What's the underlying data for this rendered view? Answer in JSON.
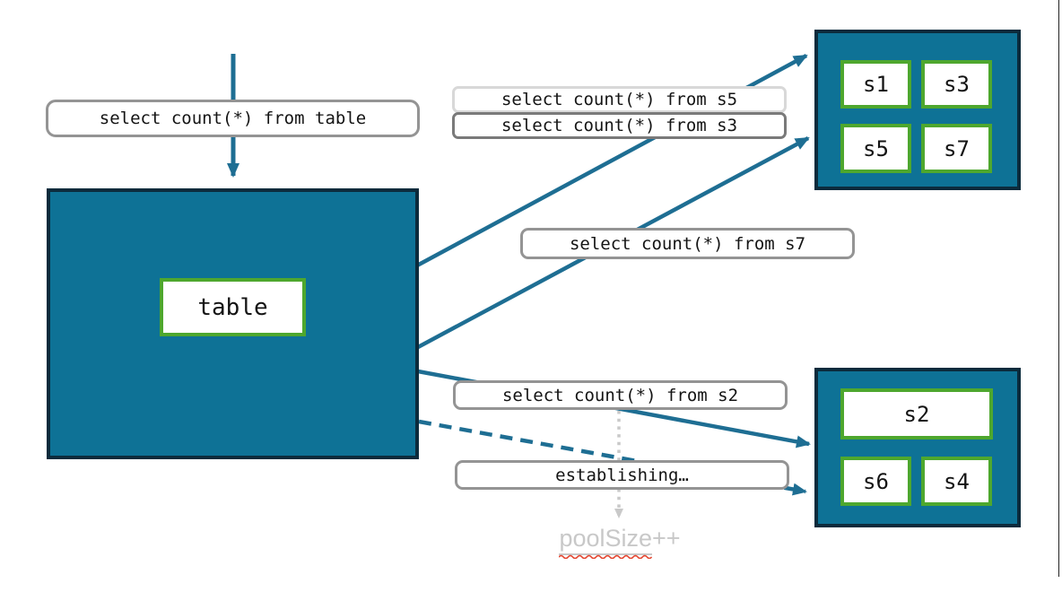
{
  "theme": {
    "teal": "#0E7296",
    "navy": "#0B2B3C",
    "green": "#4EA72E",
    "arrow": "#1E6E93",
    "gray_mid": "#949494",
    "gray_light": "#D8D8D8",
    "gray_dark": "#7A7A7A",
    "gray_dot": "#C9C9C9",
    "gray_text": "#C8C8C8",
    "squiggle_red": "#E4452F"
  },
  "queries": {
    "table": "select count(*) from table",
    "s5": "select count(*) from s5",
    "s3": "select count(*) from s3",
    "s7": "select count(*) from s7",
    "s2": "select count(*) from s2",
    "establishing": "establishing…"
  },
  "table_pool": {
    "label": "table"
  },
  "pool_top": {
    "connections": [
      "s1",
      "s3",
      "s5",
      "s7"
    ]
  },
  "pool_bottom": {
    "connections": [
      "s2",
      "s6",
      "s4"
    ]
  },
  "annotation": {
    "word": "poolSize",
    "suffix": "++"
  },
  "icons": {
    "solid_arrow": "query-arrow",
    "dashed_arrow": "establishing-connection-arrow",
    "dotted_arrow": "pool-grow-arrow"
  }
}
